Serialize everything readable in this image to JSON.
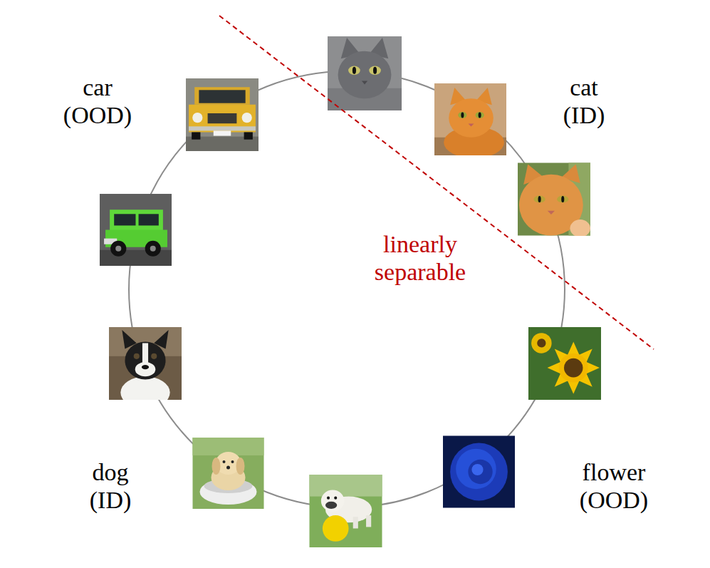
{
  "diagram": {
    "labels": [
      "car (OOD)",
      "cat (ID)",
      "linearly separable",
      "dog (ID)",
      "flower (OOD)"
    ]
  }
}
